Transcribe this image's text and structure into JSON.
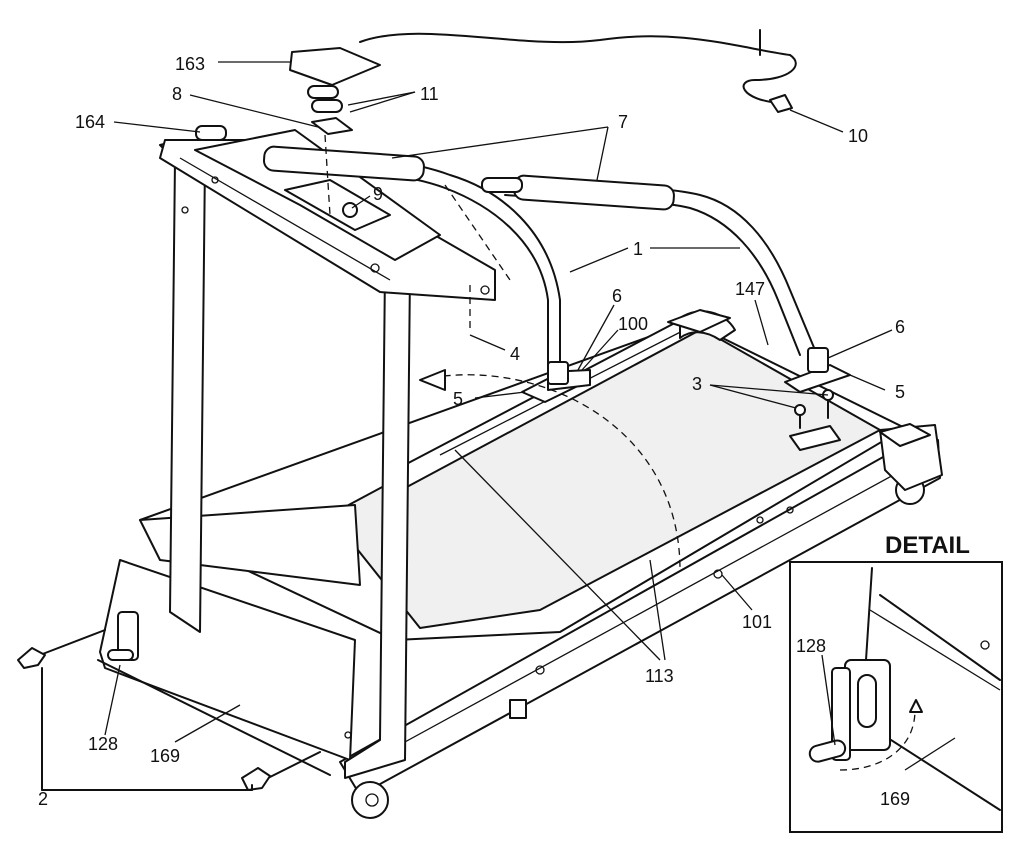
{
  "detail": {
    "title": "DETAIL"
  },
  "labels": {
    "l163": "163",
    "l8": "8",
    "l11": "11",
    "l164": "164",
    "l7": "7",
    "l9": "9",
    "l10": "10",
    "l1": "1",
    "l147": "147",
    "l6a": "6",
    "l100": "100",
    "l6b": "6",
    "l4": "4",
    "l5a": "5",
    "l3": "3",
    "l5b": "5",
    "l101": "101",
    "l113": "113",
    "l128a": "128",
    "l169a": "169",
    "l2": "2",
    "l128b": "128",
    "l169b": "169"
  }
}
